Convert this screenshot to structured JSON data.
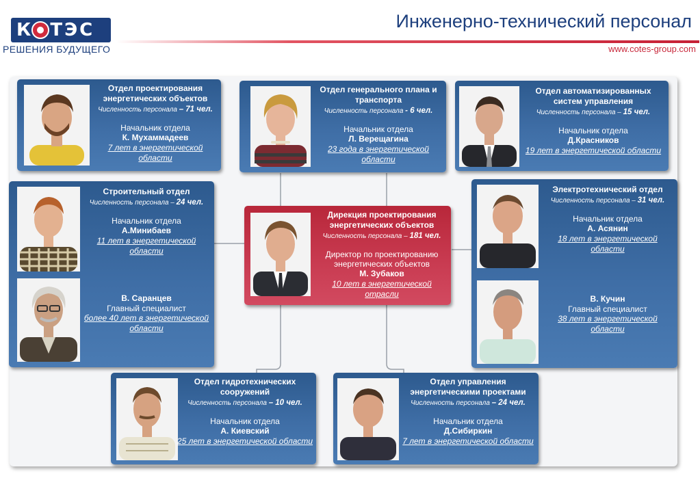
{
  "header": {
    "logo_text": "КОТЭС",
    "tagline": "РЕШЕНИЯ БУДУЩЕГО",
    "title": "Инженерно-технический персонал",
    "url": "www.cotes-group.com"
  },
  "colors": {
    "brand_blue": "#1d3f7d",
    "brand_red": "#c8283b",
    "box_blue": "#3f6ea6",
    "box_red": "#c83a50"
  },
  "departments": {
    "energy_design": {
      "name": "Отдел проектирования энергетических объектов",
      "staff_label": "Численность персонала",
      "staff_value": "– 71 чел.",
      "role": "Начальник отдела",
      "person": "К. Мухаммадеев",
      "experience": "7 лет в энергетической области"
    },
    "general_plan": {
      "name": "Отдел генерального плана и транспорта",
      "staff_label": "Численность персонала",
      "staff_value": "- 6 чел.",
      "role": "Начальник отдела",
      "person": "Л. Верещагина",
      "experience": "23 года в энергетической области"
    },
    "automation": {
      "name": "Отдел автоматизированных систем управления",
      "staff_label": "Численность персонала –",
      "staff_value": "15 чел.",
      "role": "Начальник отдела",
      "person": "Д.Красников",
      "experience": "19 лет в энергетической области"
    },
    "construction": {
      "name": "Строительный отдел",
      "staff_label": "Численность персонала –",
      "staff_value": "24 чел.",
      "role": "Начальник отдела",
      "person": "А.Минибаев",
      "experience": "11 лет в энергетической области",
      "specialist_person": "В. Саранцев",
      "specialist_role": "Главный специалист",
      "specialist_experience": "более 40  лет в энергетической области"
    },
    "electrical": {
      "name": "Электротехнический отдел",
      "staff_label": "Численность персонала –",
      "staff_value": "31 чел.",
      "role": "Начальник отдела",
      "person": "А. Асянин",
      "experience": "18  лет в энергетической области",
      "specialist_person": "В. Кучин",
      "specialist_role": "Главный специалист",
      "specialist_experience": "38  лет в энергетической области"
    },
    "directorate": {
      "name": "Дирекция проектирования энергетических объектов",
      "staff_label": "Численность персонала –",
      "staff_value": "181  чел.",
      "role": "Директор по проектированию энергетических объектов",
      "person": "М. Зубаков",
      "experience": "10 лет в энергетической отрасли"
    },
    "hydro": {
      "name": "Отдел гидротехнических сооружений",
      "staff_label": "Численность персонала",
      "staff_value": "– 10 чел.",
      "role": "Начальник отдела",
      "person": "А. Киевский",
      "experience": "25  лет  в энергетической области"
    },
    "project_mgmt": {
      "name": "Отдел управления энергетическими проектами",
      "staff_label": "Численность персонала",
      "staff_value": "– 24 чел.",
      "role": "Начальник отдела",
      "person": "Д.Сибиркин",
      "experience": "7 лет в энергетической области"
    }
  }
}
